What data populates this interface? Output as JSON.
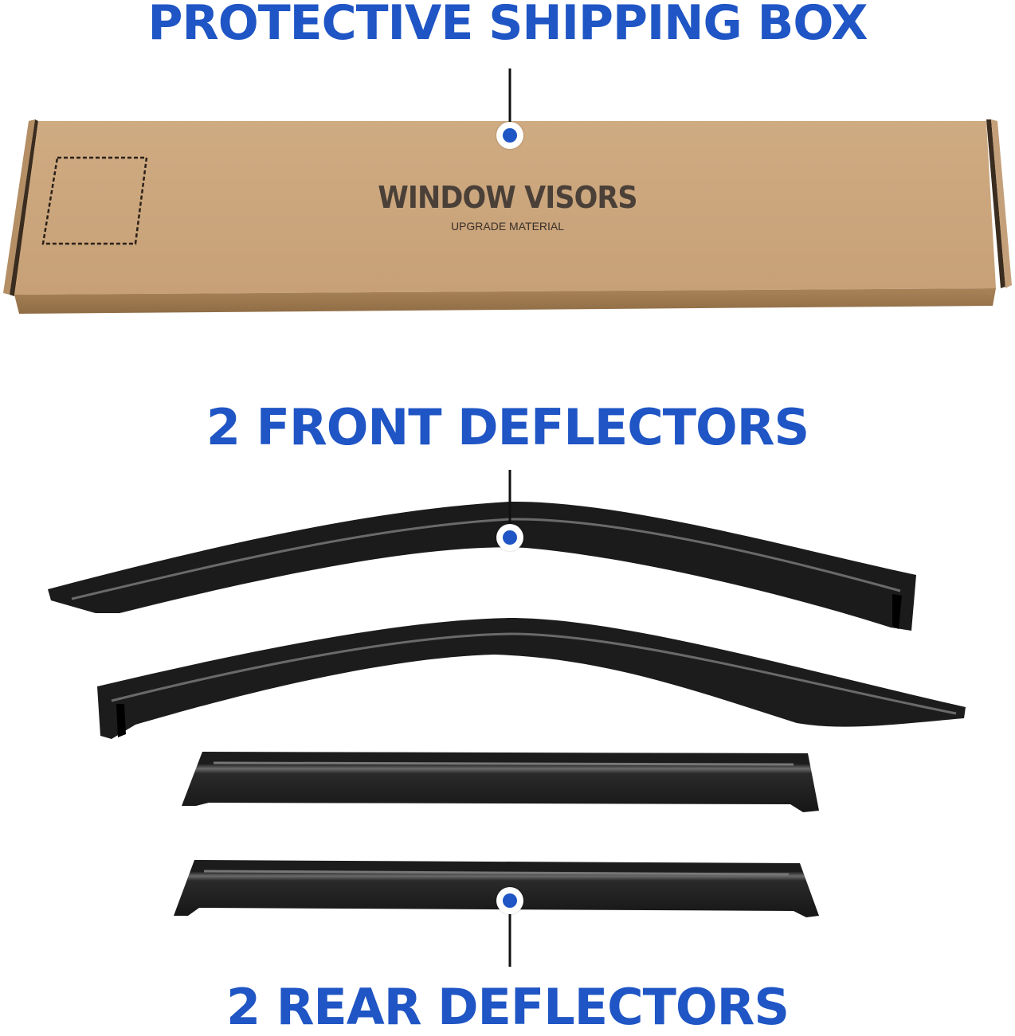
{
  "labels": {
    "box": "PROTECTIVE SHIPPING BOX",
    "front": "2 FRONT DEFLECTORS",
    "rear": "2 REAR DEFLECTORS"
  },
  "box": {
    "title": "WINDOW VISORS",
    "subtitle": "UPGRADE MATERIAL"
  },
  "colors": {
    "accent": "#1f55c4",
    "cardboard": "#c9a57c",
    "deflector": "#1a1a1a"
  },
  "icons": [
    "callout-marker-icon",
    "callout-marker-icon",
    "callout-marker-icon"
  ]
}
